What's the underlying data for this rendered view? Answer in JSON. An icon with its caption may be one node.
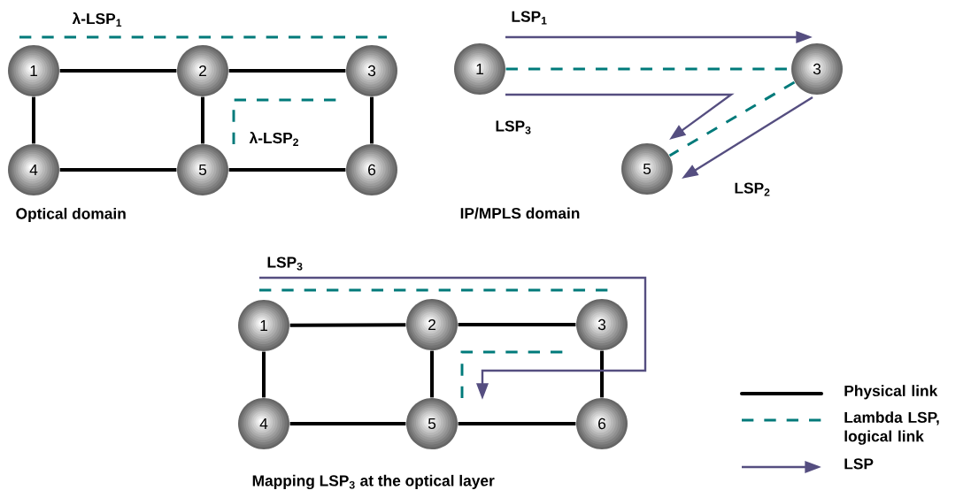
{
  "diagram": {
    "nodes": [
      {
        "text": [
          "1"
        ]
      },
      {
        "text": [
          "2"
        ]
      },
      {
        "text": [
          "3"
        ]
      },
      {
        "text": [
          "4"
        ]
      },
      {
        "text": [
          "5"
        ]
      },
      {
        "text": [
          "6"
        ]
      },
      {
        "text": [
          "1"
        ]
      },
      {
        "text": [
          "3"
        ]
      },
      {
        "text": [
          "5"
        ]
      },
      {
        "text": [
          "1"
        ]
      },
      {
        "text": [
          "2"
        ]
      },
      {
        "text": [
          "3"
        ]
      },
      {
        "text": [
          "4"
        ]
      },
      {
        "text": [
          "5"
        ]
      },
      {
        "text": [
          "6"
        ]
      }
    ],
    "edges": [
      {
        "from": 0,
        "to": 1,
        "arrow": "none"
      },
      {
        "from": 1,
        "to": 2,
        "arrow": "none"
      },
      {
        "from": 0,
        "to": 3,
        "arrow": "none"
      },
      {
        "from": 1,
        "to": 4,
        "arrow": "none"
      },
      {
        "from": 2,
        "to": 5,
        "arrow": "none"
      },
      {
        "from": 3,
        "to": 4,
        "arrow": "none"
      },
      {
        "from": 4,
        "to": 5,
        "arrow": "none"
      },
      {
        "from": 6,
        "to": 7,
        "arrow": "none",
        "style": "dashed",
        "color": "#007a7a"
      },
      {
        "from": 7,
        "to": 8,
        "arrow": "none",
        "style": "dashed",
        "color": "#007a7a"
      },
      {
        "from": 6,
        "to": 7,
        "arrow": "to",
        "label": "LSP$_{1}$",
        "color": "#554e80"
      },
      {
        "from": 6,
        "to": 8,
        "arrow": "to",
        "label": "LSP$_{3}$",
        "color": "#554e80"
      },
      {
        "from": 7,
        "to": 8,
        "arrow": "to",
        "label": "LSP$_{2}$",
        "color": "#554e80"
      },
      {
        "from": 9,
        "to": 10,
        "arrow": "none"
      },
      {
        "from": 10,
        "to": 11,
        "arrow": "none"
      },
      {
        "from": 9,
        "to": 12,
        "arrow": "none"
      },
      {
        "from": 10,
        "to": 13,
        "arrow": "none"
      },
      {
        "from": 11,
        "to": 14,
        "arrow": "none"
      },
      {
        "from": 12,
        "to": 13,
        "arrow": "none"
      },
      {
        "from": 13,
        "to": 14,
        "arrow": "none"
      },
      {
        "from": null,
        "to": 13,
        "arrow": "to",
        "label": "LSP$_{3}$",
        "color": "#554e80"
      }
    ],
    "labels": [
      "λ-LSP$_{1}$",
      "λ-LSP$_{2}$",
      "Optical domain",
      "IP/MPLS domain",
      "Mapping LSP$_{3}$ at the optical layer"
    ],
    "legend": [
      {
        "text": "Physical link"
      },
      {
        "text": "Lambda LSP, logical link"
      },
      {
        "text": "LSP"
      }
    ]
  }
}
